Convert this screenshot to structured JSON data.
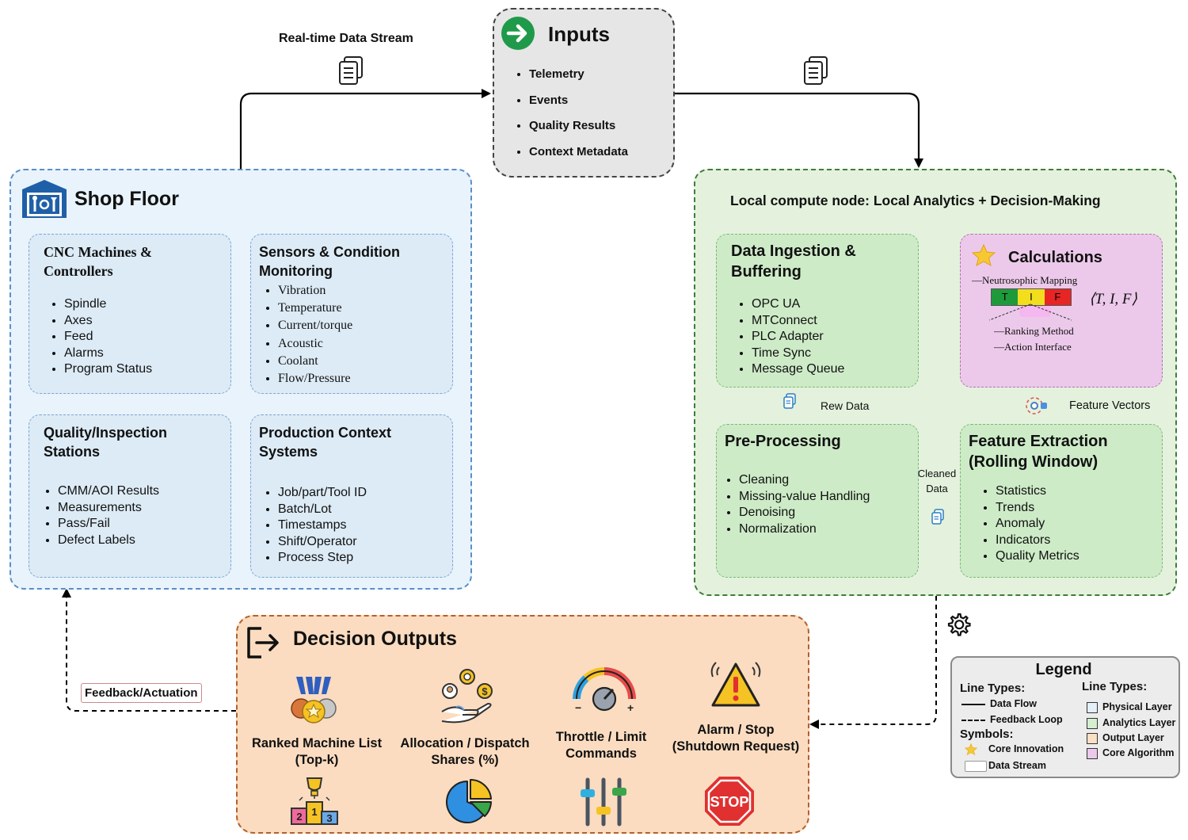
{
  "inputs": {
    "title": "Inputs",
    "items": [
      "Telemetry",
      "Events",
      "Quality Results",
      "Context Metadata"
    ]
  },
  "arrows": {
    "realtime_stream": "Real-time Data Stream",
    "raw_data": "Rew Data",
    "cleaned_data_line1": "Cleaned",
    "cleaned_data_line2": "Data",
    "feature_vectors": "Feature Vectors",
    "feedback_actuation": "Feedback/Actuation"
  },
  "shop_floor": {
    "title": "Shop Floor",
    "cnc": {
      "title_line1": "CNC Machines &",
      "title_line2": "Controllers",
      "items": [
        "Spindle",
        "Axes",
        "Feed",
        "Alarms",
        "Program Status"
      ]
    },
    "sensors": {
      "title_line1": "Sensors & Condition",
      "title_line2": "Monitoring",
      "items": [
        "Vibration",
        "Temperature",
        "Current/torque",
        "Acoustic",
        "Coolant",
        "Flow/Pressure"
      ]
    },
    "quality": {
      "title_line1": "Quality/Inspection",
      "title_line2": "Stations",
      "items": [
        "CMM/AOI Results",
        "Measurements",
        "Pass/Fail",
        "Defect Labels"
      ]
    },
    "production": {
      "title_line1": "Production Context",
      "title_line2": "Systems",
      "items": [
        "Job/part/Tool ID",
        "Batch/Lot",
        "Timestamps",
        "Shift/Operator",
        "Process Step"
      ]
    }
  },
  "local_node": {
    "title": "Local compute node: Local Analytics + Decision-Making",
    "ingestion": {
      "title_line1": "Data Ingestion &",
      "title_line2": "Buffering",
      "items": [
        "OPC UA",
        "MTConnect",
        "PLC Adapter",
        "Time Sync",
        "Message Queue"
      ]
    },
    "calculations": {
      "title": "Calculations",
      "neutrosophic": "—Neutrosophic Mapping",
      "tif": [
        "T",
        "I",
        "F"
      ],
      "tuple": "⟨T, I, F⟩",
      "ranking": "—Ranking Method",
      "action": "—Action Interface"
    },
    "preprocessing": {
      "title": "Pre-Processing",
      "items": [
        "Cleaning",
        "Missing-value Handling",
        "Denoising",
        "Normalization"
      ]
    },
    "feature": {
      "title_line1": "Feature Extraction",
      "title_line2": "(Rolling Window)",
      "items": [
        "Statistics",
        "Trends",
        "Anomaly",
        "Indicators",
        "Quality Metrics"
      ]
    }
  },
  "decision": {
    "title": "Decision Outputs",
    "outputs": [
      {
        "line1": "Ranked Machine List",
        "line2": "(Top-k)"
      },
      {
        "line1": "Allocation / Dispatch",
        "line2": "Shares (%)"
      },
      {
        "line1": "Throttle / Limit",
        "line2": "Commands"
      },
      {
        "line1": "Alarm / Stop",
        "line2": "(Shutdown Request)"
      }
    ],
    "stop_sign": "STOP",
    "podium": [
      "2",
      "1",
      "3"
    ]
  },
  "legend": {
    "title": "Legend",
    "line_types_heading": "Line Types:",
    "data_flow": "Data Flow",
    "feedback_loop": "Feedback Loop",
    "symbols_heading": "Symbols:",
    "core_innovation": "Core Innovation",
    "data_stream": "Data Stream",
    "layer_heading": "Line Types:",
    "layers": [
      {
        "label": "Physical Layer",
        "color": "#e3f0fb"
      },
      {
        "label": "Analytics Layer",
        "color": "#d4eed0"
      },
      {
        "label": "Output Layer",
        "color": "#fbdfc4"
      },
      {
        "label": "Core Algorithm",
        "color": "#ecc9ea"
      }
    ]
  },
  "colors": {
    "shop_floor_bg": "#e8f3fc",
    "shop_floor_border": "#5b8ec7",
    "analytics_bg": "#e4f2dd",
    "analytics_border": "#3f7d3a",
    "sub_green": "#cdebc7",
    "calc_bg": "#ecc9ea",
    "decision_bg": "#fbdcc0",
    "decision_border": "#b3612b",
    "inputs_bg": "#e6e6e6"
  }
}
